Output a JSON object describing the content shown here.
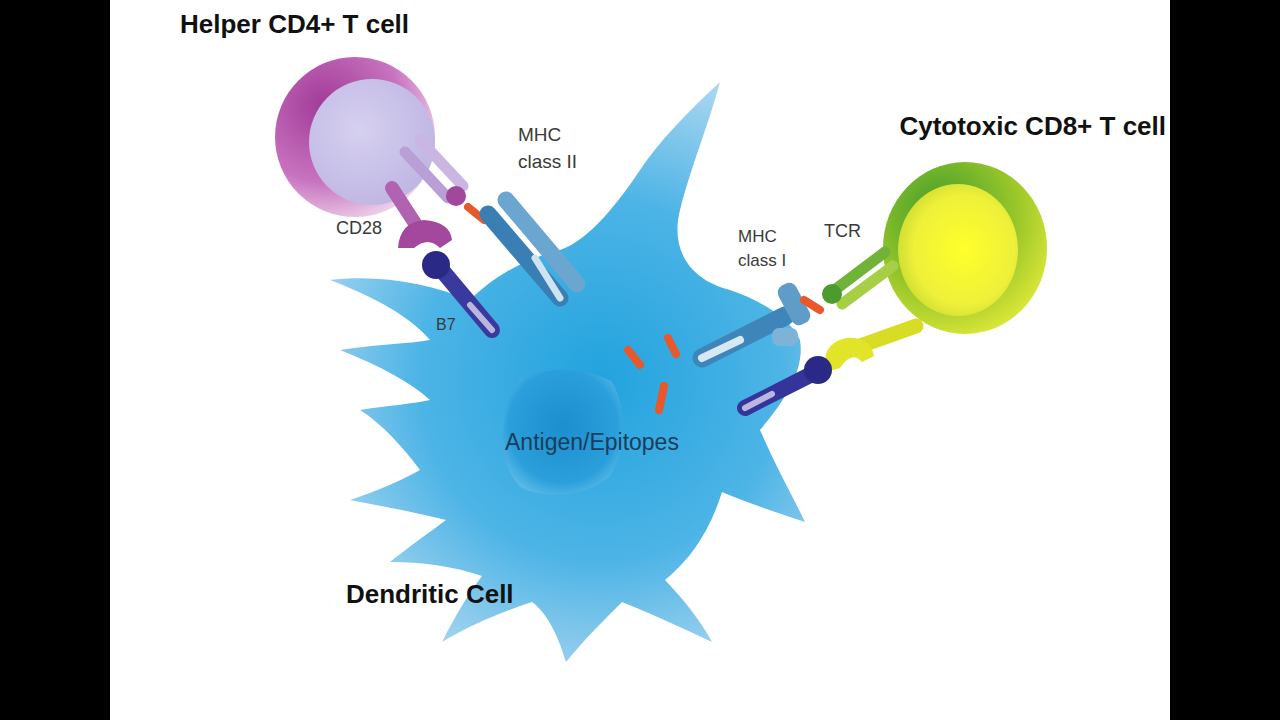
{
  "diagram": {
    "nodes": [
      {
        "text": [
          "Helper CD4+ T cell"
        ]
      },
      {
        "text": [
          "Cytotoxic CD8+ T cell"
        ]
      },
      {
        "text": [
          "Antigen/Epitopes",
          "Dendritic Cell"
        ]
      }
    ],
    "labels": [
      "MHC class II",
      "CD28",
      "B7",
      "MHC class I",
      "TCR"
    ]
  }
}
